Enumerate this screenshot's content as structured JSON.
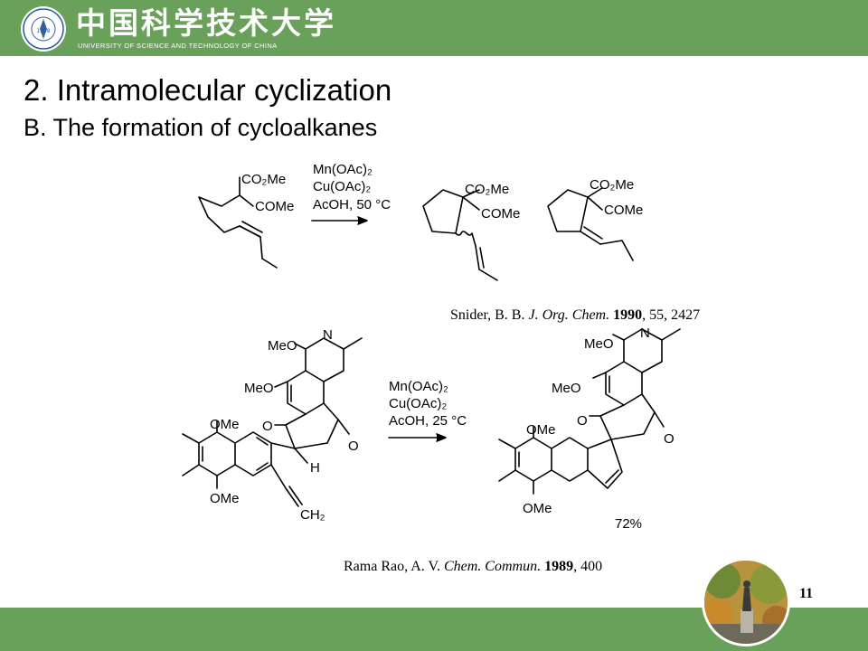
{
  "header": {
    "university_cn": "中国科学技术大学",
    "university_en": "UNIVERSITY OF SCIENCE AND TECHNOLOGY OF CHINA",
    "seal_text": "1958"
  },
  "slide": {
    "title": "2. Intramolecular cyclization",
    "subtitle": "B. The formation of cycloalkanes",
    "page_number": "11"
  },
  "reaction1": {
    "sm_ester": "CO₂Me",
    "sm_ketone": "COMe",
    "reagent_1": "Mn(OAc)₂",
    "reagent_2": "Cu(OAc)₂",
    "reagent_3": "AcOH, 50 °C",
    "p1_ester": "CO₂Me",
    "p1_ketone": "COMe",
    "p2_ester": "CO₂Me",
    "p2_ketone": "COMe",
    "reference": {
      "authors": "Snider, B. B.",
      "journal": "J. Org. Chem.",
      "year": "1990",
      "rest": ", 55, 2427"
    }
  },
  "reaction2": {
    "sm_ome_1": "MeO",
    "sm_n": "N",
    "sm_ome_2": "MeO",
    "sm_ome_3": "OMe",
    "sm_ome_4": "OMe",
    "sm_o_1": "O",
    "sm_o_2": "O",
    "sm_h": "H",
    "sm_ch2": "CH₂",
    "reagent_1": "Mn(OAc)₂",
    "reagent_2": "Cu(OAc)₂",
    "reagent_3": "AcOH, 25 °C",
    "p_ome_1": "MeO",
    "p_n": "N",
    "p_ome_2": "MeO",
    "p_ome_3": "OMe",
    "p_ome_4": "OMe",
    "p_o_1": "O",
    "p_o_2": "O",
    "yield": "72%",
    "reference": {
      "authors": "Rama Rao, A. V.",
      "journal": "Chem. Commun.",
      "year": "1989",
      "rest": ", 400"
    }
  },
  "colors": {
    "header_green": "#6aa15a",
    "text": "#000000"
  }
}
